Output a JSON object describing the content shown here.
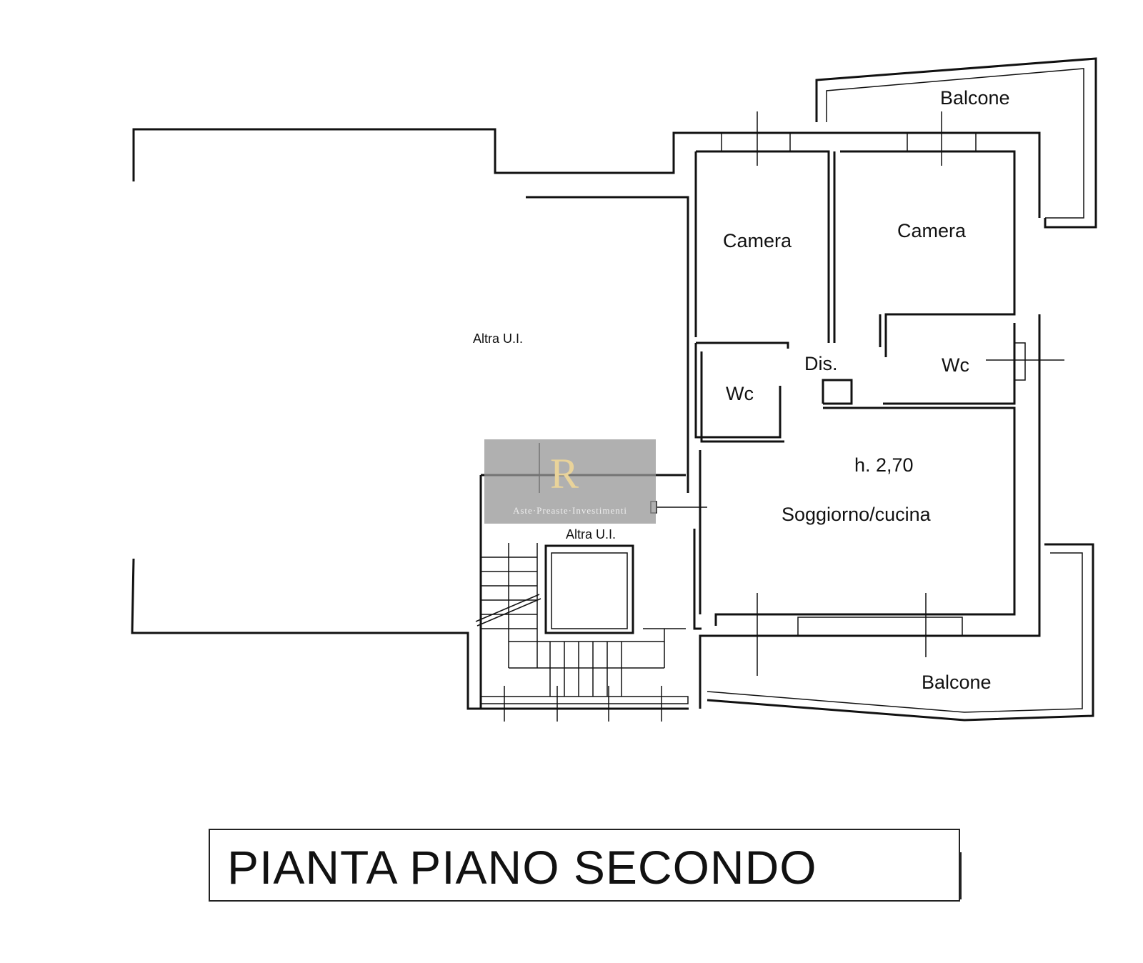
{
  "plan": {
    "rooms": {
      "balcone_top": "Balcone",
      "camera_left": "Camera",
      "camera_right": "Camera",
      "altra_ui_1": "Altra U.I.",
      "dis": "Dis.",
      "wc_left": "Wc",
      "wc_right": "Wc",
      "height": "h. 2,70",
      "soggiorno": "Soggiorno/cucina",
      "altra_ui_2": "Altra U.I.",
      "balcone_bottom": "Balcone"
    },
    "title": "PIANTA PIANO SECONDO",
    "watermark": {
      "logo": "R",
      "text": "Aste·Preaste·Investimenti"
    }
  }
}
